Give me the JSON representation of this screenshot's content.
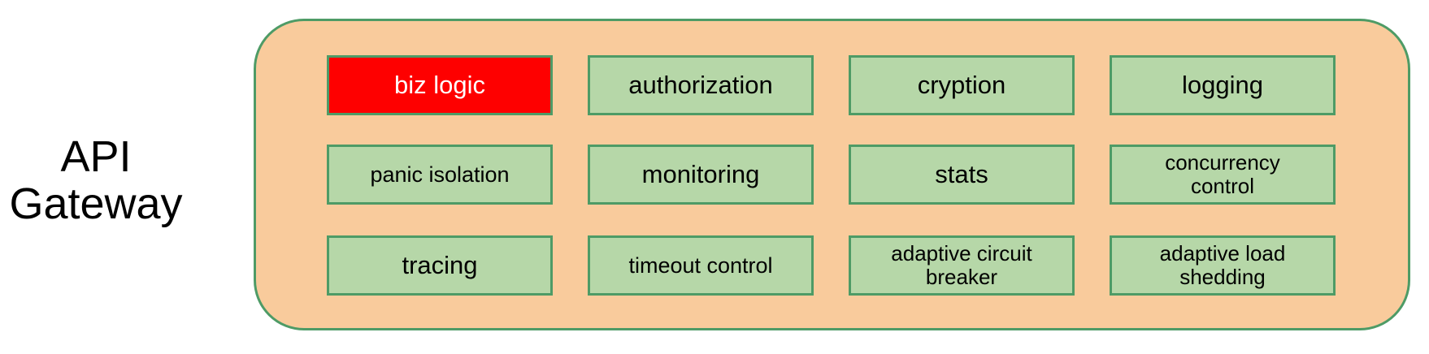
{
  "title": "API\nGateway",
  "colors": {
    "container_fill": "#f9cb9c",
    "border_green": "#4e9b66",
    "module_fill": "#b6d7a8",
    "highlight_fill": "#fe0000",
    "highlight_text": "#ffffff",
    "text": "#000000"
  },
  "modules": [
    {
      "label": "biz logic",
      "highlighted": true
    },
    {
      "label": "authorization",
      "highlighted": false
    },
    {
      "label": "cryption",
      "highlighted": false
    },
    {
      "label": "logging",
      "highlighted": false
    },
    {
      "label": "panic isolation",
      "highlighted": false
    },
    {
      "label": "monitoring",
      "highlighted": false
    },
    {
      "label": "stats",
      "highlighted": false
    },
    {
      "label": "concurrency\ncontrol",
      "highlighted": false
    },
    {
      "label": "tracing",
      "highlighted": false
    },
    {
      "label": "timeout control",
      "highlighted": false
    },
    {
      "label": "adaptive circuit\nbreaker",
      "highlighted": false
    },
    {
      "label": "adaptive load\nshedding",
      "highlighted": false
    }
  ]
}
